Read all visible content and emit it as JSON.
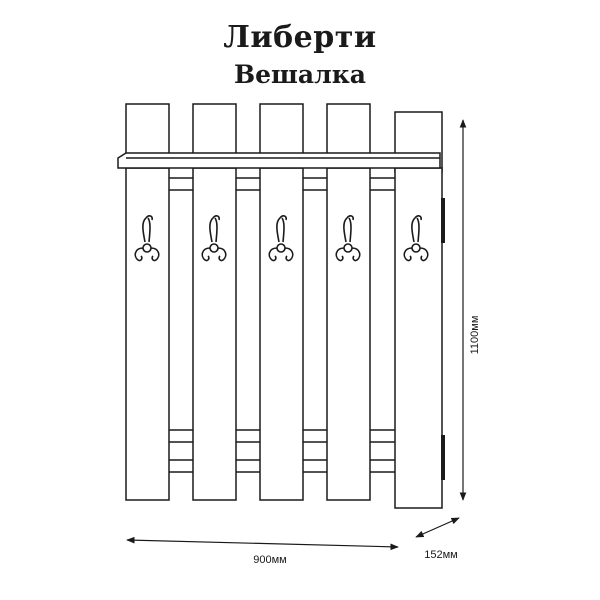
{
  "title": "Либерти",
  "subtitle": "Вешалка",
  "dimensions": {
    "height": "1100мм",
    "width": "900мм",
    "depth": "152мм"
  },
  "boards_count": 5,
  "hooks_count": 5,
  "line_color": "#1a1a1a"
}
